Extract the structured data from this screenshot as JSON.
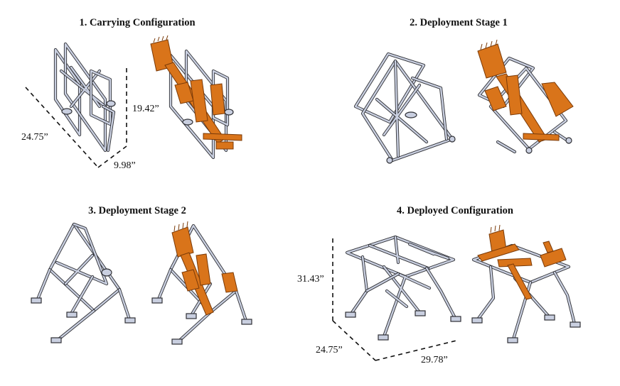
{
  "panels": [
    {
      "title": "1. Carrying Configuration"
    },
    {
      "title": "2. Deployment Stage 1"
    },
    {
      "title": "3. Deployment Stage 2"
    },
    {
      "title": "4. Deployed Configuration"
    }
  ],
  "dimensions": {
    "carry_length": "24.75”",
    "carry_width": "9.98”",
    "carry_height": "19.42”",
    "deployed_height": "31.43”",
    "deployed_depth": "24.75”",
    "deployed_length": "29.78”"
  },
  "colors": {
    "frame_fill": "#c9cfe0",
    "frame_stroke": "#2f3035",
    "tool_fill": "#d9741a",
    "tool_stroke": "#7a3a08",
    "dash": "#111111"
  }
}
